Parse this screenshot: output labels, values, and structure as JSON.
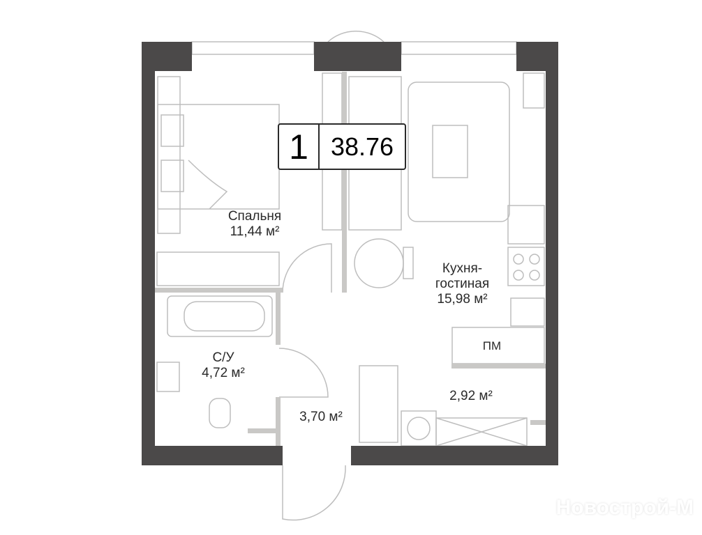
{
  "plan": {
    "rooms_count": "1",
    "total_area": "38.76",
    "rooms": [
      {
        "name": "Спальня",
        "area": "11,44 м²"
      },
      {
        "name": "Кухня-\nгостиная",
        "name_line1": "Кухня-",
        "name_line2": "гостиная",
        "area": "15,98 м²"
      },
      {
        "name": "С/У",
        "area": "4,72 м²"
      },
      {
        "name": "",
        "area": "3,70 м²"
      },
      {
        "name": "",
        "area": "2,92 м²"
      }
    ],
    "pm_label": "ПМ",
    "watermark": "Новострой-М",
    "colors": {
      "wall": "#4b4949",
      "partition": "#c9c8c6",
      "text": "#2a2a2a"
    }
  }
}
